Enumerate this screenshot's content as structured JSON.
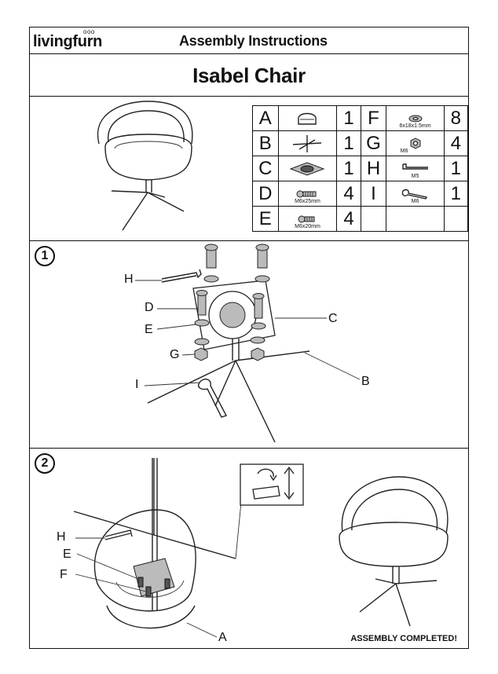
{
  "header": {
    "brand": "livingfurn",
    "brand_mark": "ooo",
    "title": "Assembly Instructions"
  },
  "product": {
    "name": "Isabel Chair"
  },
  "parts": [
    {
      "letter": "A",
      "icon": "seat-icon",
      "spec": "",
      "qty": "1"
    },
    {
      "letter": "B",
      "icon": "star-base-icon",
      "spec": "",
      "qty": "1"
    },
    {
      "letter": "C",
      "icon": "swivel-plate-icon",
      "spec": "",
      "qty": "1"
    },
    {
      "letter": "D",
      "icon": "bolt-icon",
      "spec": "M6x25mm",
      "qty": "4"
    },
    {
      "letter": "E",
      "icon": "short-bolt-icon",
      "spec": "M6x20mm",
      "qty": "4"
    },
    {
      "letter": "F",
      "icon": "washer-icon",
      "spec": "6x18x1.5mm",
      "qty": "8"
    },
    {
      "letter": "G",
      "icon": "nut-icon",
      "spec": "M6",
      "qty": "4"
    },
    {
      "letter": "H",
      "icon": "allen-key-icon",
      "spec": "M5",
      "qty": "1"
    },
    {
      "letter": "I",
      "icon": "spanner-icon",
      "spec": "M6",
      "qty": "1"
    }
  ],
  "step1": {
    "number": "1",
    "labels": {
      "h": "H",
      "d": "D",
      "e": "E",
      "g": "G",
      "i": "I",
      "c": "C",
      "b": "B"
    }
  },
  "step2": {
    "number": "2",
    "labels": {
      "h": "H",
      "e": "E",
      "f": "F",
      "a": "A"
    },
    "completed": "ASSEMBLY COMPLETED!"
  }
}
